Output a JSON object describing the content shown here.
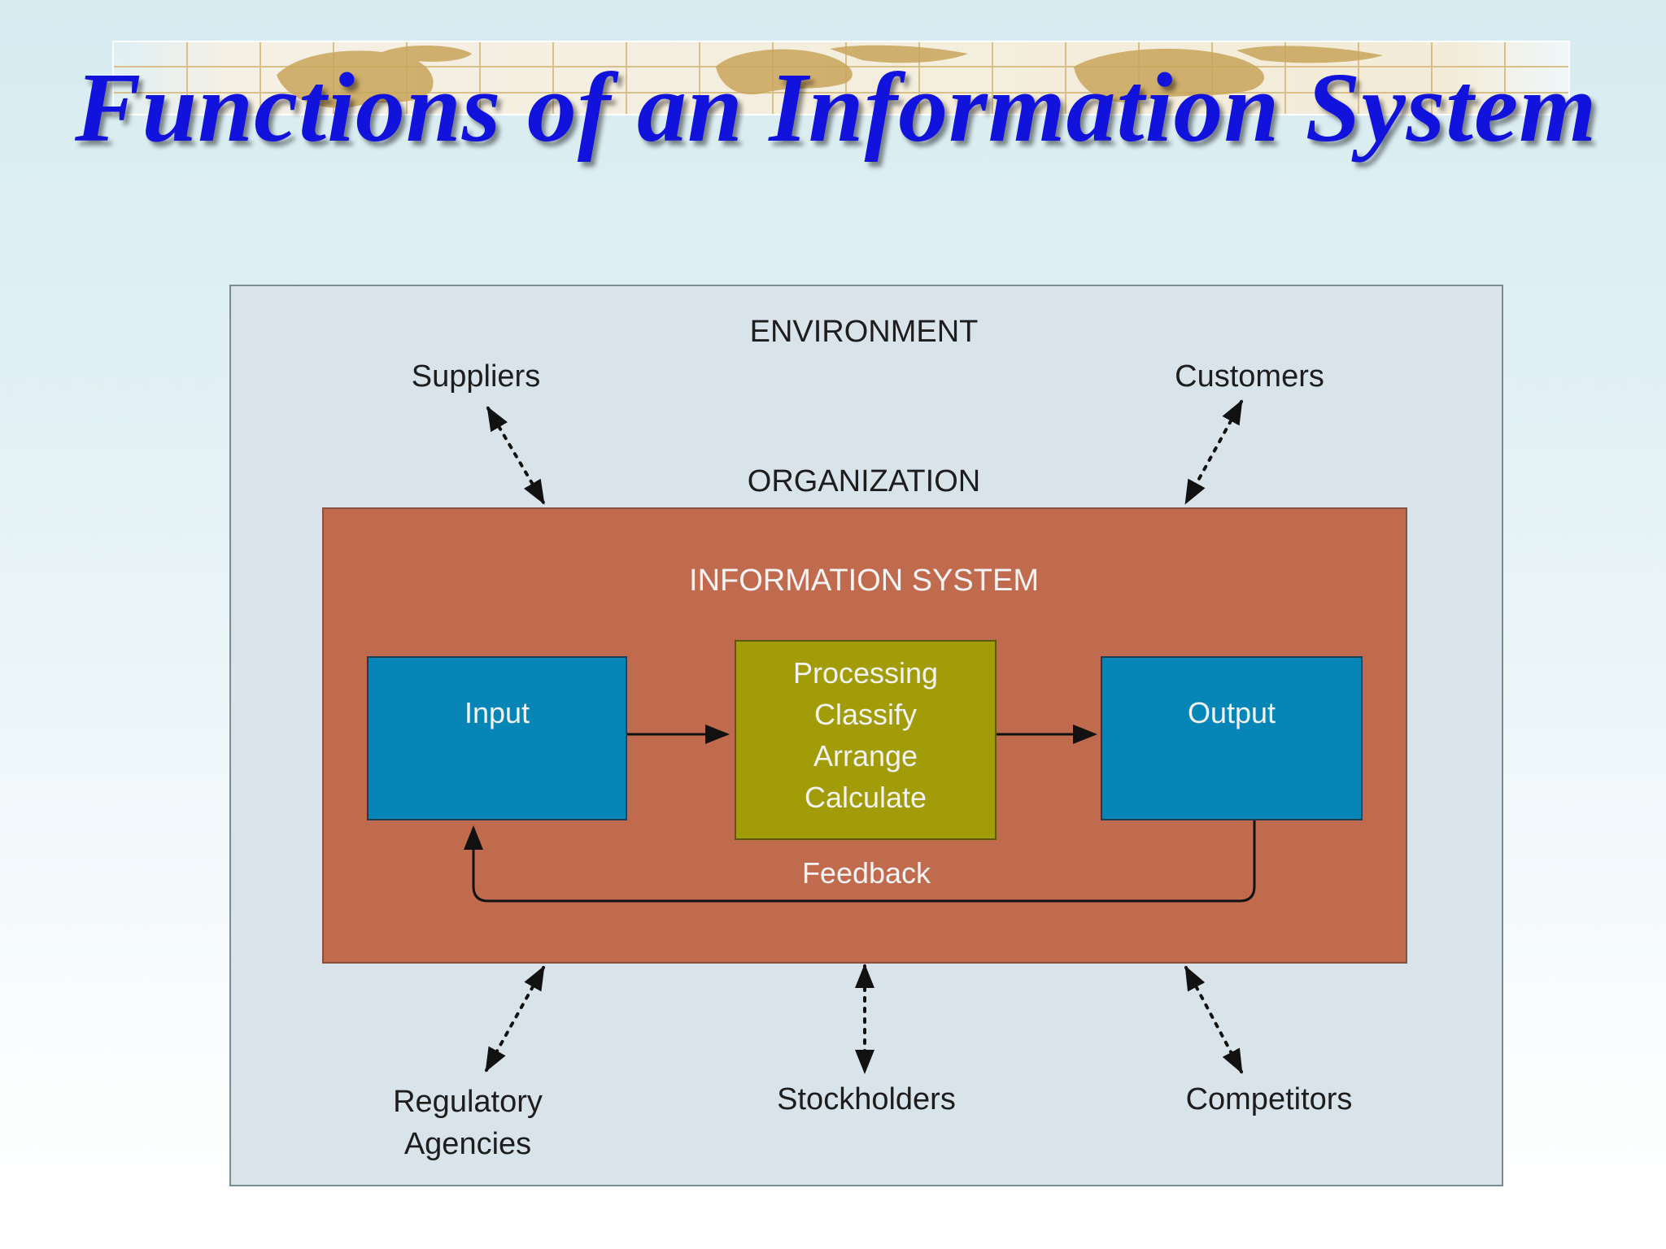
{
  "title": "Functions of an Information System",
  "diagram": {
    "environment_label": "ENVIRONMENT",
    "organization_label": "ORGANIZATION",
    "information_system_label": "INFORMATION SYSTEM",
    "external_entities": {
      "suppliers": "Suppliers",
      "customers": "Customers",
      "regulatory_agencies_line1": "Regulatory",
      "regulatory_agencies_line2": "Agencies",
      "stockholders": "Stockholders",
      "competitors": "Competitors"
    },
    "blocks": {
      "input": "Input",
      "processing": [
        "Processing",
        "Classify",
        "Arrange",
        "Calculate"
      ],
      "output": "Output"
    },
    "feedback_label": "Feedback"
  },
  "colors": {
    "title": "#1212dd",
    "environment_bg": "#d9e3ea",
    "organization_bg": "#c06a4e",
    "input_output_bg": "#0586b6",
    "processing_bg": "#a19c08"
  }
}
